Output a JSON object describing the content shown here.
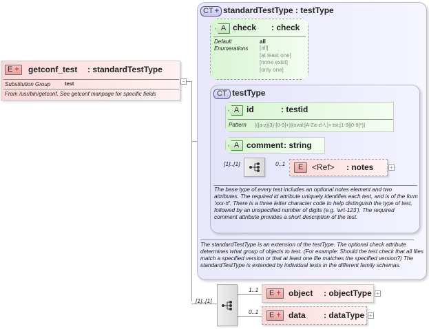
{
  "root_element": {
    "badge": "E",
    "badge_plus": "+",
    "name": "getconf_test",
    "type": ": standardTestType",
    "substitution_group_label": "Substitution Group",
    "substitution_group_value": "test",
    "documentation": "From /usr/bin/getconf. See getconf manpage for specific fields",
    "collapse_symbol": "−"
  },
  "standard_test_type": {
    "badge": "CT",
    "badge_plus": "+",
    "title": "standardTestType : testType",
    "check_attribute": {
      "badge": "A",
      "name": "check",
      "type": ": check",
      "default_label": "Default",
      "default_value": "all",
      "enumerations_label": "Enumerations",
      "enumerations": [
        "[all]",
        "[at least one]",
        "[none exist]",
        "[only one]"
      ]
    },
    "documentation": "The standardTestType is an extension of the testType.  The optional check attribute determines what group of objects to test.  (For example: Should the test check that all files match a specified version or that at least one file matches the specified version?)  The standardTestType is extended by individual tests in the different family schemas."
  },
  "test_type": {
    "badge": "CT",
    "title": "testType",
    "id_attribute": {
      "badge": "A",
      "name": "id",
      "type": ": testid",
      "pattern_label": "Pattern",
      "pattern_value": "[([a-z]{3}-[0-9]+)|(oval:[A-Za-z\\-\\.]+:tst:[1-9][0-9]*)]"
    },
    "comment_attribute": {
      "badge": "A",
      "name": "comment",
      "type": ": string"
    },
    "sequence": {
      "cardinality": "[1]..[1]",
      "notes_ref": {
        "cardinality": "0..1",
        "badge": "E",
        "name": "<Ref>",
        "type": ": notes",
        "expand_symbol": "+"
      }
    },
    "documentation": "The base type of every test includes an optional notes element and two attributes.  The required id attribute uniquely identifies each test, and is of the form 'xxx-#'.  There is a three letter character code to help distinguish the type of test, followed by an unspecified number of digits (e.g. 'wrt-123').  The required comment attribute provides a short description of the test."
  },
  "content_sequence": {
    "cardinality": "[1]..[1]",
    "children": [
      {
        "cardinality": "1..1",
        "badge": "E",
        "badge_plus": "+",
        "name": "object",
        "type": ": objectType",
        "expand_symbol": "+"
      },
      {
        "cardinality": "0..1",
        "badge": "E",
        "badge_plus": "+",
        "name": "data",
        "type": ": dataType",
        "expand_symbol": "+"
      }
    ]
  },
  "colors": {
    "element_pink": "#fbd8d8",
    "complex_type_lavender": "#e8e8fb",
    "attribute_green": "#d8f5d2",
    "connector_gray": "#9a9a9a"
  }
}
